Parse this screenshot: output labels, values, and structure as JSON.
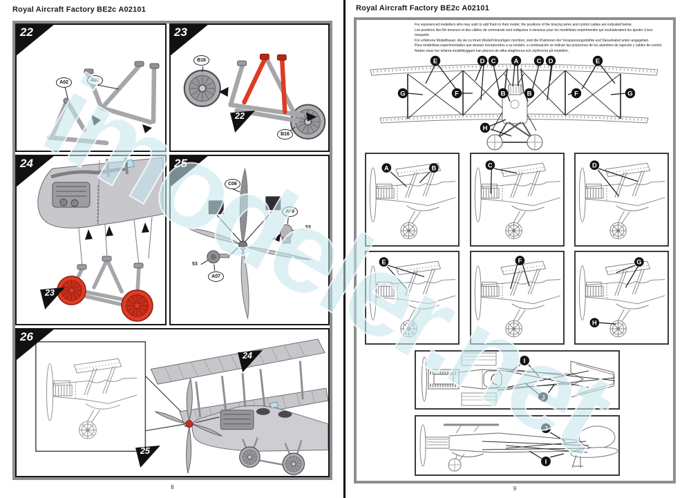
{
  "watermark_text": "imodeler.net",
  "colors": {
    "red_parts": "#df3b26",
    "frame_gray": "#8e8e8e",
    "watermark_blue": "#cfe7ec",
    "badge_black": "#121212"
  },
  "left_page": {
    "header": "Royal Aircraft Factory BE2c A02101",
    "page_number": "8",
    "steps": {
      "s22": "22",
      "s23": "23",
      "s24": "24",
      "s25": "25",
      "s26": "26"
    },
    "part_labels": {
      "a02": "A02",
      "a01": "A01",
      "b16a": "B16",
      "b16b": "B16",
      "c06": "C06",
      "a09": "A09",
      "a07": "A07",
      "p53a": "53",
      "p53b": "53"
    },
    "step_refs": {
      "r22": "22",
      "r23": "23",
      "r24": "24",
      "r25": "25"
    }
  },
  "right_page": {
    "header": "Royal Aircraft Factory BE2c A02101",
    "page_number": "9",
    "instructions": [
      "For experienced modellers who may wish to add them to their model, the positions of the bracing wires and control cables are indicated below.",
      "Les positions des fils tenseurs et des câbles de commande sont indiquées ci-dessous pour les modélistes expérimentés qui souhaiteraient les ajouter à leur maquette.",
      "Für erfahrene Modellbauer, die sie zu ihrem Modell hinzufügen möchten, sind die Positionen der Verspannungsdrähte und Steuerkabel unten angegeben.",
      "Para modelistas experimentados que deseen incorporarlos a su modelo, a continuación se indican las posiciones de los alambres de sujeción y cables de control.",
      "Nedan visas hur erfarna modellbyggare kan placera de olika staglinorna och styrlinorna på modellen."
    ],
    "front_badges": {
      "top": [
        "E",
        "D",
        "C",
        "A",
        "C",
        "D",
        "E"
      ],
      "mid": [
        "G",
        "F",
        "B",
        "B",
        "F",
        "G"
      ],
      "bottom": [
        "H"
      ]
    },
    "detail_boxes": [
      [
        "A",
        "B"
      ],
      [
        "C"
      ],
      [
        "D"
      ],
      [
        "E"
      ],
      [
        "F"
      ],
      [
        "G",
        "H"
      ]
    ],
    "plan_badges": [
      "I",
      "J"
    ],
    "side_badges": [
      "J",
      "I"
    ]
  }
}
